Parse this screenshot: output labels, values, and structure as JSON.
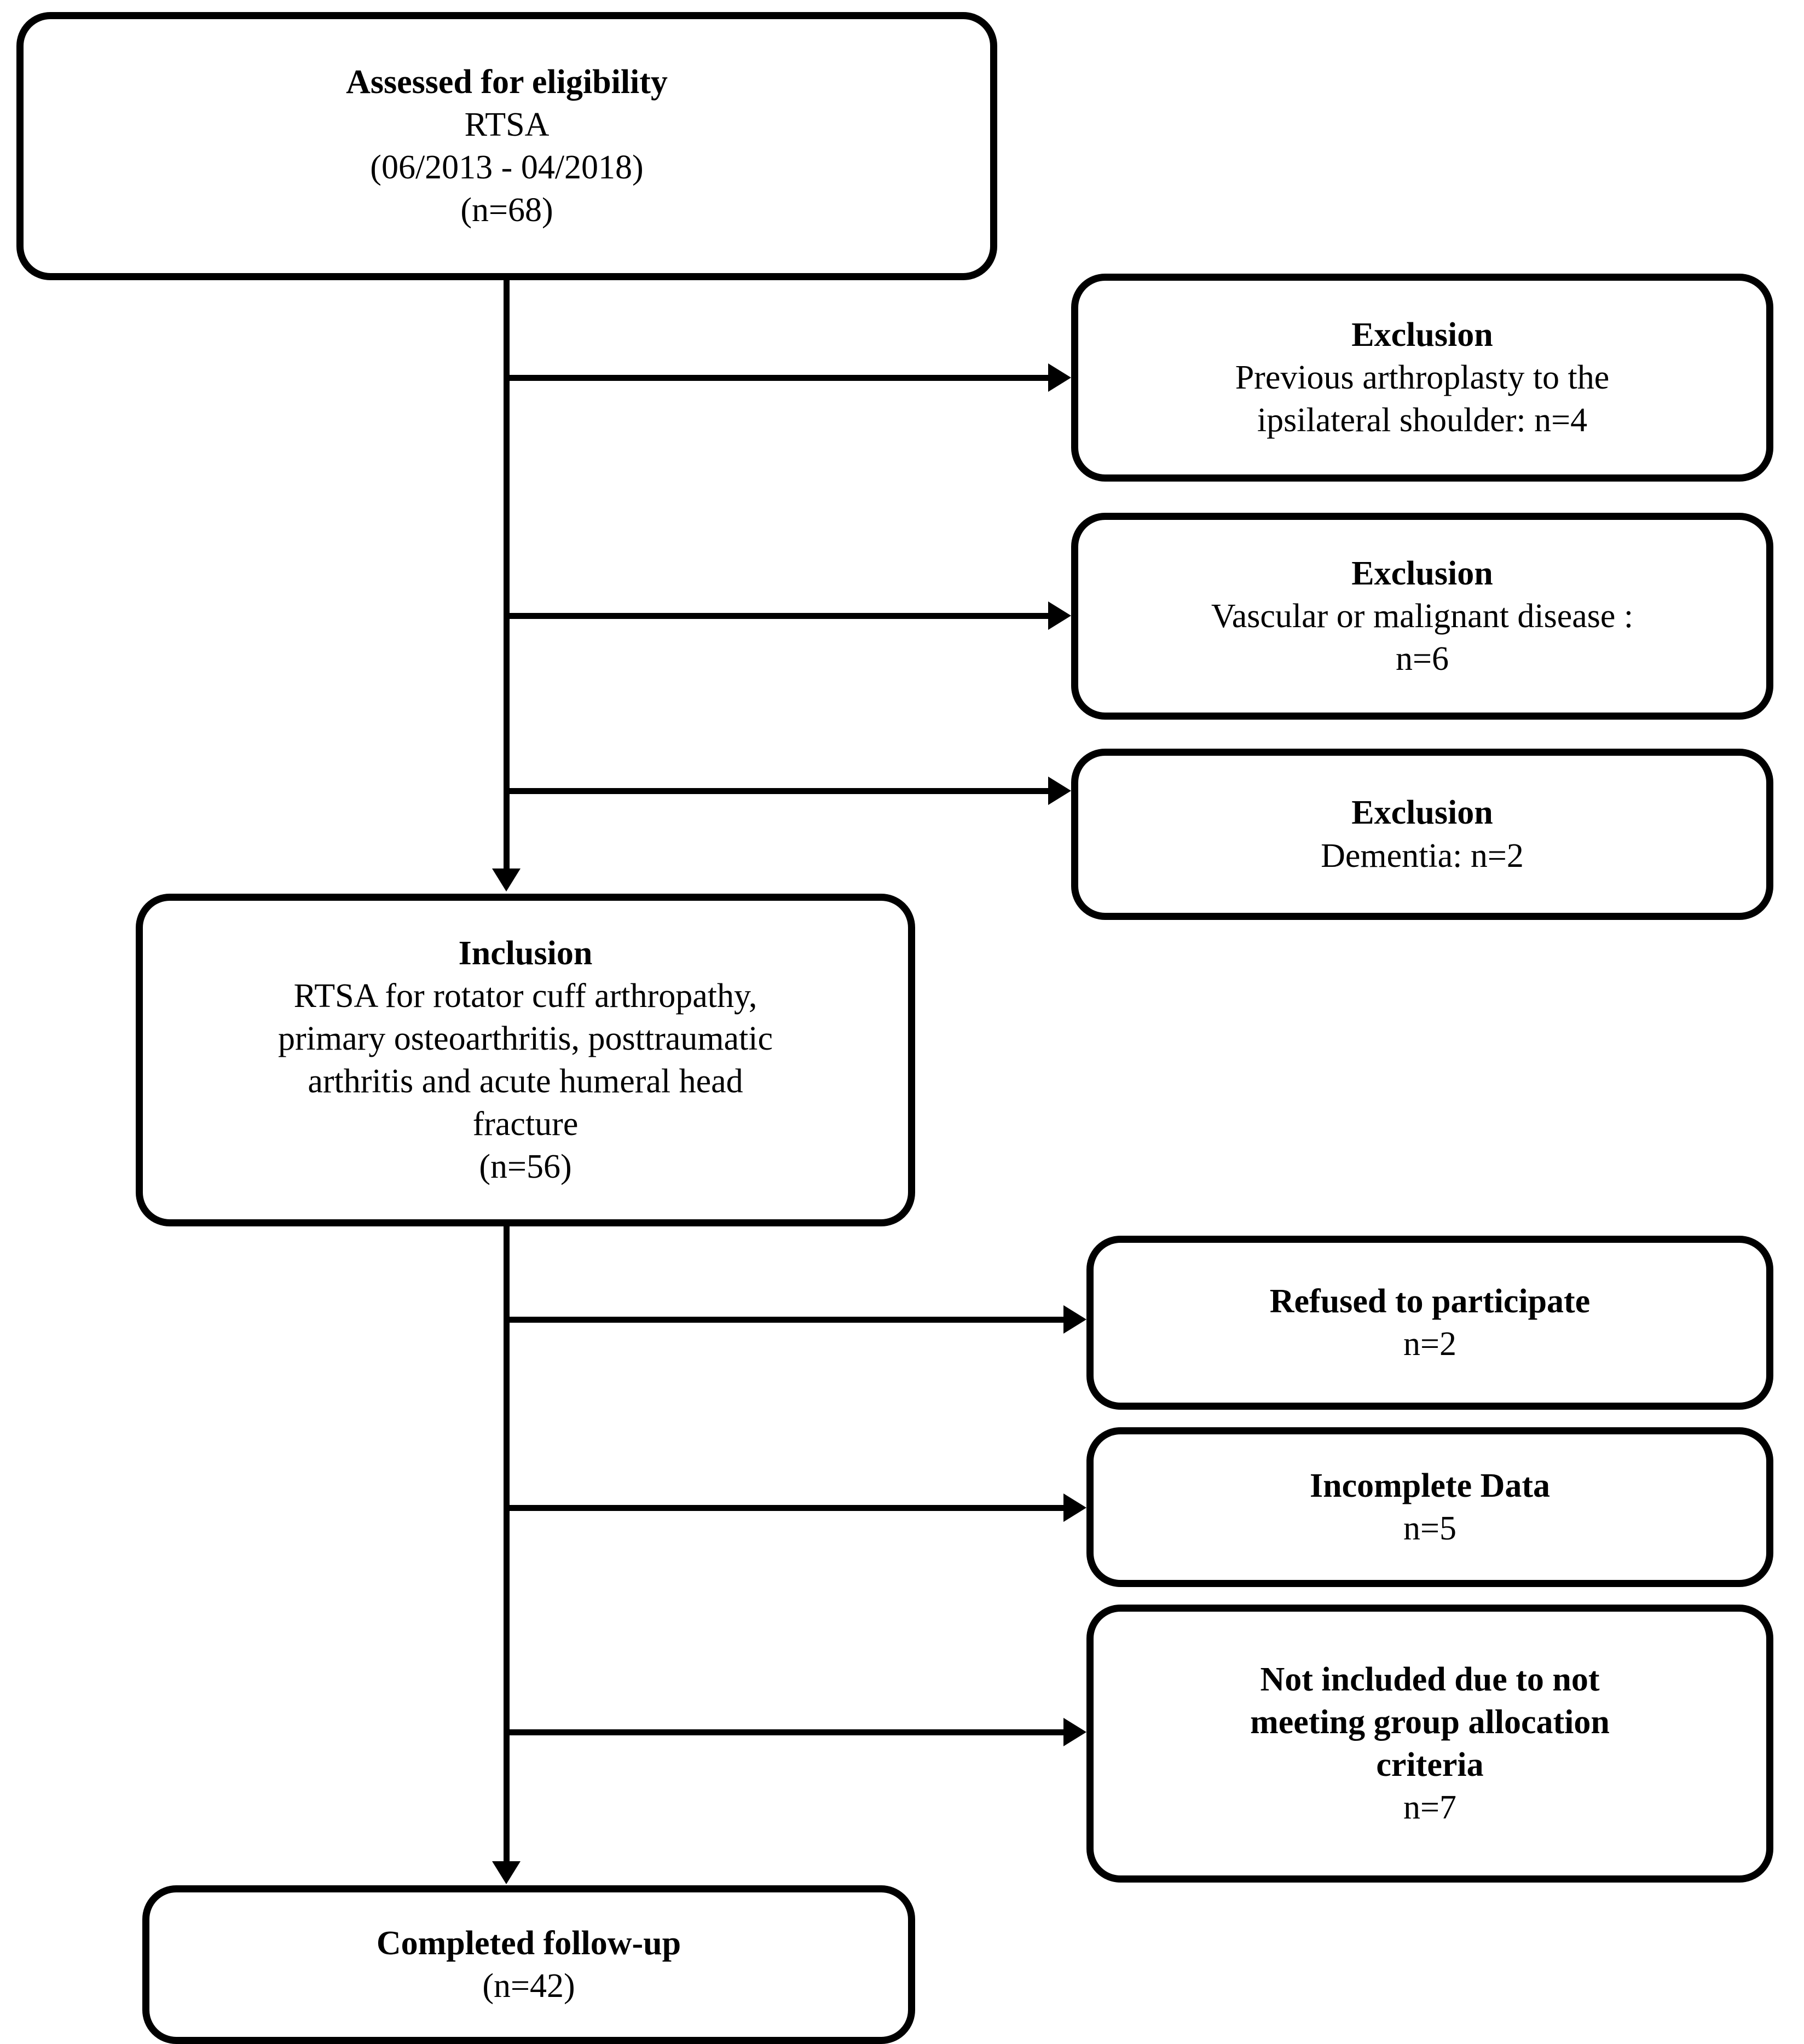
{
  "diagram": {
    "type": "prisma-flow-diagram",
    "orientation": "top-down",
    "colors": {
      "stroke": "#000000",
      "fill": "#ffffff",
      "text": "#000000"
    }
  },
  "nodes": {
    "assessed": {
      "title": "Assessed for eligibility",
      "line2": "RTSA",
      "line3": "(06/2013 - 04/2018)",
      "count": "(n=68)"
    },
    "exclusion_1": {
      "title": "Exclusion",
      "line2": "Previous arthroplasty to the",
      "line3": "ipsilateral shoulder: n=4"
    },
    "exclusion_2": {
      "title": "Exclusion",
      "line2": "Vascular or malignant disease :",
      "line3": "n=6"
    },
    "exclusion_3": {
      "title": "Exclusion",
      "line2": "Dementia: n=2"
    },
    "inclusion": {
      "title": "Inclusion",
      "line2": "RTSA for rotator cuff arthropathy,",
      "line3": "primary osteoarthritis, posttraumatic",
      "line4": "arthritis and acute humeral head",
      "line5": "fracture",
      "count": "(n=56)"
    },
    "refused": {
      "title": "Refused to participate",
      "count": "n=2"
    },
    "incomplete": {
      "title": "Incomplete Data",
      "count": "n=5"
    },
    "not_included": {
      "title_line1": "Not included due to not",
      "title_line2": "meeting group allocation",
      "title_line3": "criteria",
      "count": "n=7"
    },
    "completed": {
      "title": "Completed follow-up",
      "count": "(n=42)"
    }
  },
  "chart_data": {
    "type": "diagram",
    "title": "Patient flow diagram (RTSA cohort)",
    "flow": [
      {
        "stage": "Assessed for eligibility",
        "n": 68
      },
      {
        "stage": "Inclusion",
        "n": 56
      },
      {
        "stage": "Completed follow-up",
        "n": 42
      }
    ],
    "exclusions_stage_1": [
      {
        "reason": "Previous arthroplasty to the ipsilateral shoulder",
        "n": 4
      },
      {
        "reason": "Vascular or malignant disease",
        "n": 6
      },
      {
        "reason": "Dementia",
        "n": 2
      }
    ],
    "exclusions_stage_2": [
      {
        "reason": "Refused to participate",
        "n": 2
      },
      {
        "reason": "Incomplete Data",
        "n": 5
      },
      {
        "reason": "Not included due to not meeting group allocation criteria",
        "n": 7
      }
    ]
  }
}
